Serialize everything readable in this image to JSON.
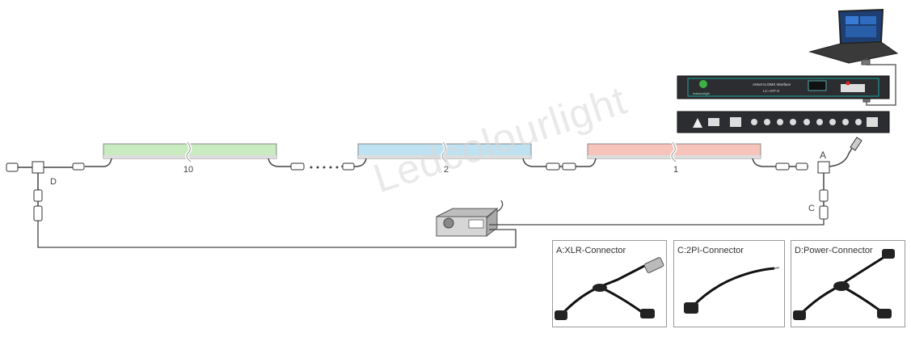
{
  "bars": [
    {
      "number": "10",
      "color": "#c8ecc0"
    },
    {
      "number": "2",
      "color": "#bfe2f2"
    },
    {
      "number": "1",
      "color": "#f7c4bc"
    }
  ],
  "labels": {
    "a": "A",
    "c": "C",
    "d": "D"
  },
  "devices": {
    "controller_name": "Artnet to DMX Interface",
    "controller_model": "LC-ART-8",
    "controller_brand": "ledcolourlight"
  },
  "watermark": "Ledcolourlight",
  "connectors": [
    {
      "title": "A:XLR-Connector",
      "icon": "xlr-connector-icon"
    },
    {
      "title": "C:2PI-Connector",
      "icon": "2pin-connector-icon"
    },
    {
      "title": "D:Power-Connector",
      "icon": "power-connector-icon"
    }
  ],
  "colors": {
    "cable": "#555555",
    "device_panel": "#2b2d30"
  }
}
